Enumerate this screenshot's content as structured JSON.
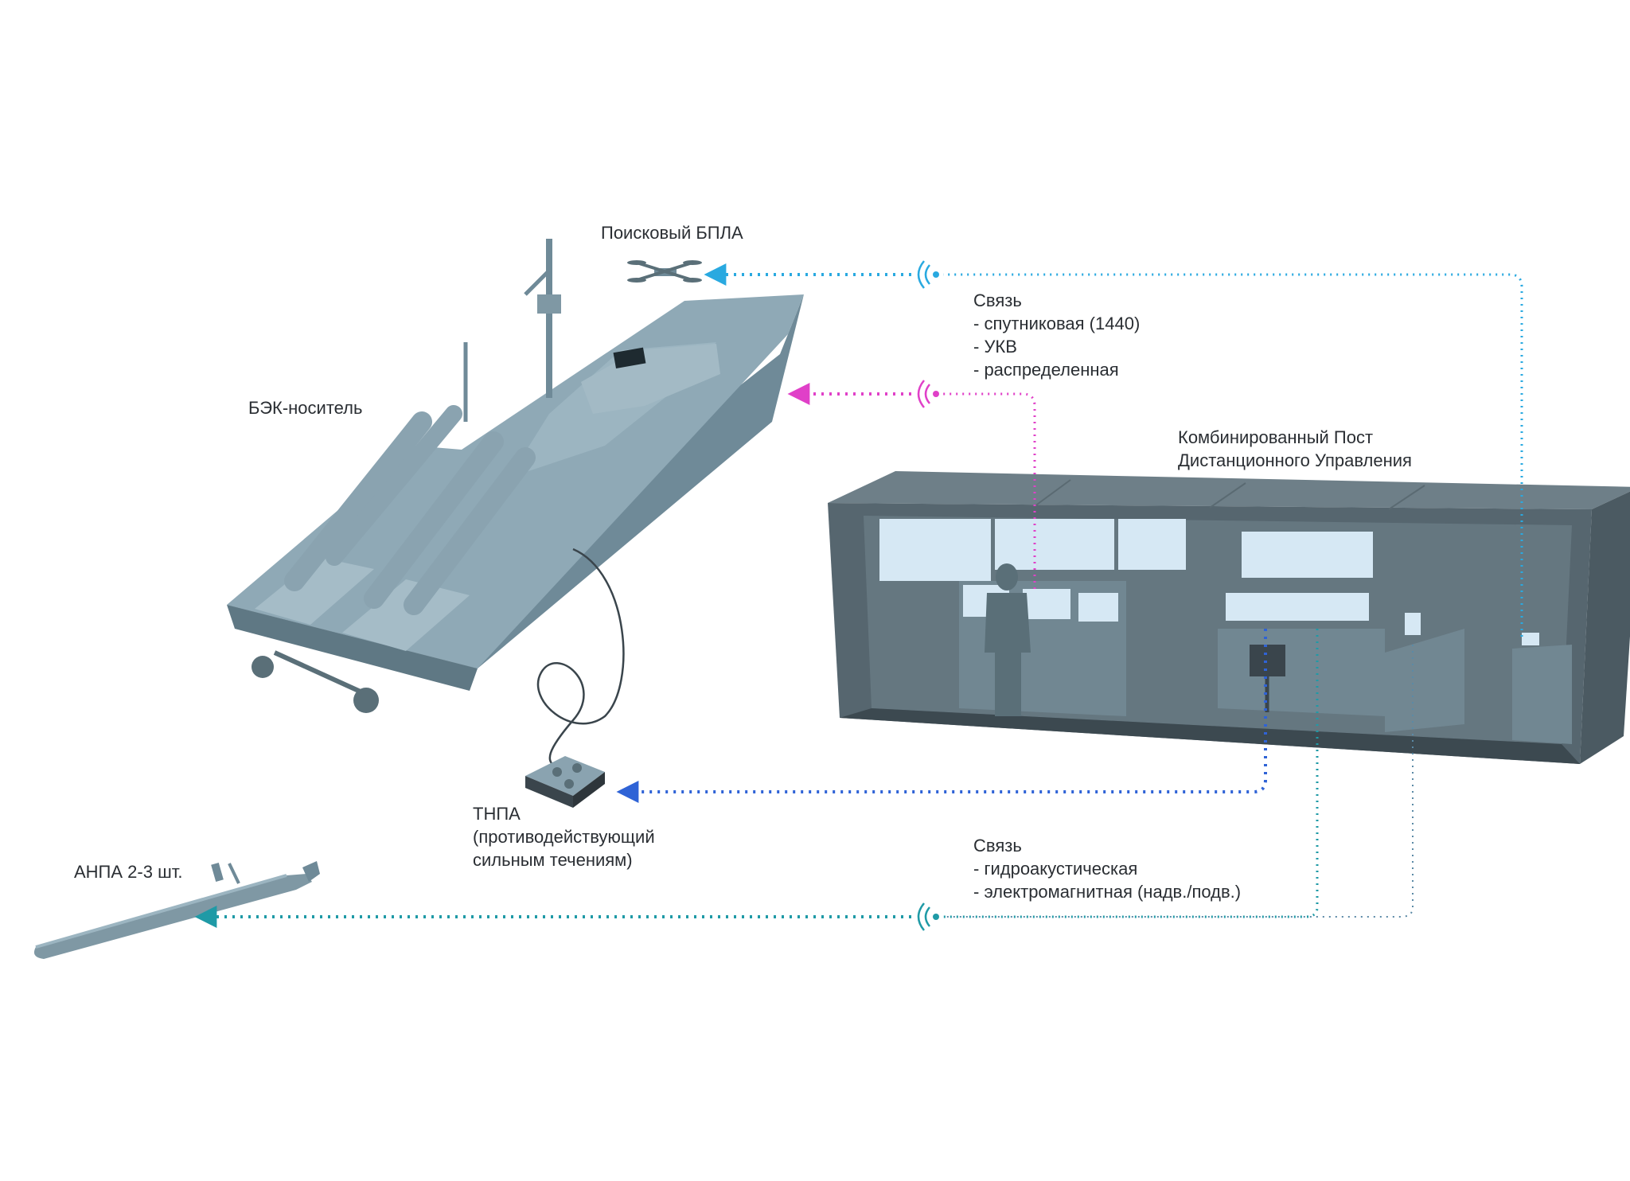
{
  "labels": {
    "drone": "Поисковый БПЛА",
    "boat": "БЭК-носитель",
    "post_line1": "Комбинированный Пост",
    "post_line2": "Дистанционного Управления",
    "tnpa_line1": "ТНПА",
    "tnpa_line2": "(противодействующий",
    "tnpa_line3": "сильным течениям)",
    "anpa": "АНПА 2-3 шт."
  },
  "comm_upper": {
    "title": "Связь",
    "items": [
      "- спутниковая (1440)",
      "- УКВ",
      "- распределенная"
    ]
  },
  "comm_lower": {
    "title": "Связь",
    "items": [
      "- гидроакустическая",
      "- электромагнитная (надв./подв.)"
    ]
  },
  "colors": {
    "link_drone": "#29a9e0",
    "link_boat": "#e040c8",
    "link_tnpa": "#2f63d6",
    "link_anpa": "#1f9aa6",
    "equipment": "#7f98a4",
    "container": "#56666f"
  }
}
